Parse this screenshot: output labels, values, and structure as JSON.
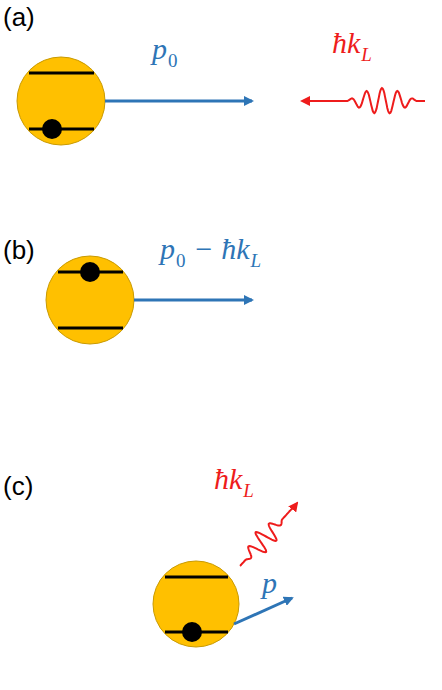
{
  "diagram": {
    "labels": [
      "(a)",
      "p",
      "0",
      "ħk",
      "L",
      "(b)",
      "p",
      "0",
      "− ħk",
      "L",
      "(c)",
      "ħk",
      "L",
      "p"
    ]
  }
}
